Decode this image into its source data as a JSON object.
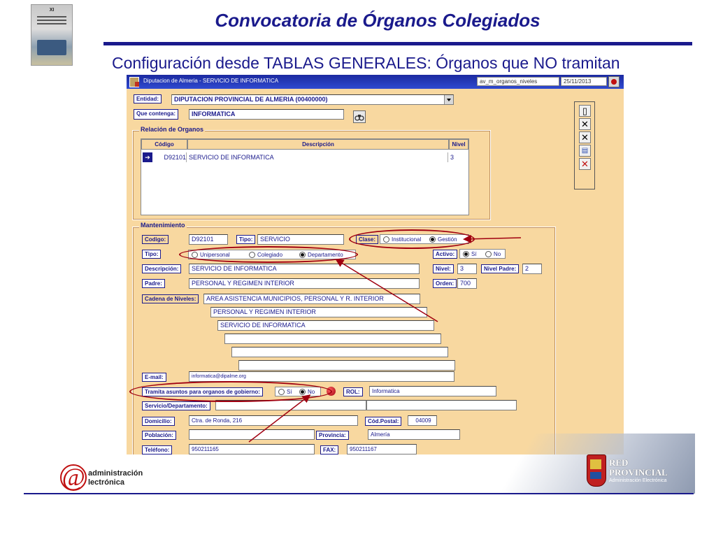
{
  "slide": {
    "title": "Convocatoria de Órganos Colegiados",
    "subtitle": "Configuración desde TABLAS GENERALES: Órganos que NO tramitan",
    "cover_label": "XI"
  },
  "window": {
    "title": "Diputacion de Almeria   - SERVICIO DE INFORMATICA",
    "form_name": "av_m_organos_niveles",
    "date": "25/11/2013"
  },
  "entidad": {
    "label": "Entidad:",
    "value": "DIPUTACION PROVINCIAL DE ALMERIA   (00400000)"
  },
  "search": {
    "label": "Que contenga:",
    "value": "INFORMATICA"
  },
  "relacion": {
    "title": "Relación de Organos",
    "columns": [
      "Código",
      "Descripción",
      "Nivel"
    ],
    "rows": [
      {
        "codigo": "D92101",
        "descripcion": "SERVICIO DE INFORMATICA",
        "nivel": "3"
      }
    ]
  },
  "mantenimiento": {
    "title": "Mantenimiento",
    "codigo_label": "Codigo:",
    "codigo_value": "D92101",
    "tipo_label": "Tipo:",
    "tipo_value": "SERVICIO",
    "clase_label": "Clase:",
    "clase_options": [
      "Institucional",
      "Gestión"
    ],
    "clase_selected": "Gestión",
    "tipo2_label": "Tipo:",
    "tipo2_options": [
      "Unipersonal",
      "Colegiado",
      "Departamento"
    ],
    "tipo2_selected": "Departamento",
    "activo_label": "Activo:",
    "activo_options": [
      "Sí",
      "No"
    ],
    "activo_selected": "Sí",
    "descripcion_label": "Descripción:",
    "descripcion_value": "SERVICIO DE INFORMATICA",
    "nivel_label": "Nivel:",
    "nivel_value": "3",
    "nivel_padre_label": "Nivel Padre:",
    "nivel_padre_value": "2",
    "padre_label": "Padre:",
    "padre_value": "PERSONAL Y REGIMEN INTERIOR",
    "orden_label": "Orden:",
    "orden_value": "700",
    "cadena_label": "Cadena de Niveles:",
    "cadena": [
      "AREA ASISTENCIA MUNICIPIOS, PERSONAL Y R. INTERIOR",
      "PERSONAL Y REGIMEN INTERIOR",
      "SERVICIO DE INFORMATICA",
      "",
      "",
      ""
    ],
    "email_label": "E-mail:",
    "email_value": "informatica@dipalme.org",
    "tramita_label": "Tramita asuntos para organos de gobierno:",
    "tramita_options": [
      "Sí",
      "No"
    ],
    "tramita_selected": "No",
    "rol_label": "ROL:",
    "rol_value": "Informatica",
    "servicio_label": "Servicio/Departamento:",
    "servicio_value": "",
    "domicilio_label": "Domicilio:",
    "domicilio_value": "Ctra. de Ronda, 216",
    "cp_label": "Cód.Postal:",
    "cp_value": "04009",
    "poblacion_label": "Población:",
    "poblacion_value": "",
    "provincia_label": "Provincia:",
    "provincia_value": "Almería",
    "telefono_label": "Teléfono:",
    "telefono_value": "950211165",
    "fax_label": "FAX:",
    "fax_value": "950211167"
  },
  "footer": {
    "logo_left_1": "administración",
    "logo_left_2": "lectrónica",
    "logo_right_1": "RED",
    "logo_right_2": "PROVINCIAL",
    "logo_right_3": "Administración Electrónica"
  },
  "colors": {
    "title_blue": "#1a1a8c",
    "form_bg": "#f8d8a0",
    "annotation_red": "#a00010"
  }
}
